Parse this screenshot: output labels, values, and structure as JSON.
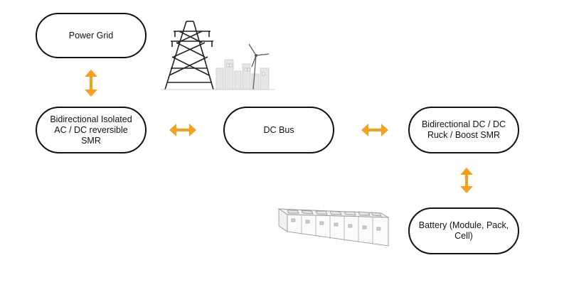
{
  "nodes": {
    "power_grid": "Power Grid",
    "acdc": "Bidirectional Isolated\nAC / DC reversible\nSMR",
    "dc_bus": "DC Bus",
    "dcdc": "Bidirectional DC / DC\nRuck / Boost SMR",
    "battery": "Battery (Module, Pack,\nCell)"
  },
  "colors": {
    "arrow": "#f5a01e",
    "node_border": "#111111"
  },
  "icons": {
    "grid_illustration": "power-tower-wind-turbine-icon",
    "battery_illustration": "battery-modules-icon"
  }
}
